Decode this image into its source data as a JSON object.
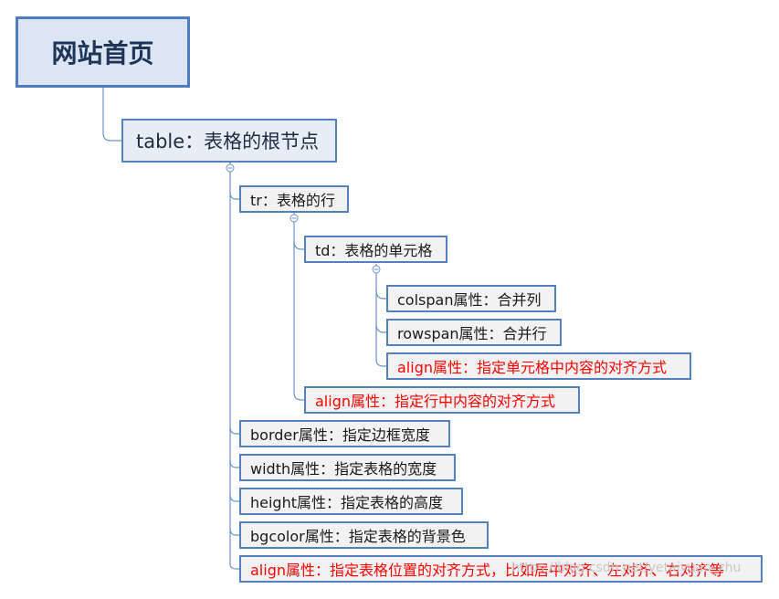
{
  "root": {
    "label": "网站首页"
  },
  "table_node": {
    "label": "table：表格的根节点"
  },
  "tr_node": {
    "label": "tr：表格的行"
  },
  "td_node": {
    "label": "td：表格的单元格"
  },
  "td_children": [
    {
      "label": "colspan属性：合并列"
    },
    {
      "label": "rowspan属性：合并行"
    },
    {
      "label": "align属性：指定单元格中内容的对齐方式"
    }
  ],
  "tr_align": {
    "label": "align属性：指定行中内容的对齐方式"
  },
  "table_attrs": [
    {
      "label": "border属性：指定边框宽度"
    },
    {
      "label": "width属性：指定表格的宽度"
    },
    {
      "label": "height属性：指定表格的高度"
    },
    {
      "label": "bgcolor属性：指定表格的背景色"
    },
    {
      "label": "align属性：指定表格位置的对齐方式，比如居中对齐、左对齐、右对齐等"
    }
  ],
  "watermark": "https://blog.csdn.net/yetaiyuan_zhu",
  "colors": {
    "line": "#6a93c9",
    "box_border": "#5580c0",
    "highlight_text": "#ff0000"
  }
}
